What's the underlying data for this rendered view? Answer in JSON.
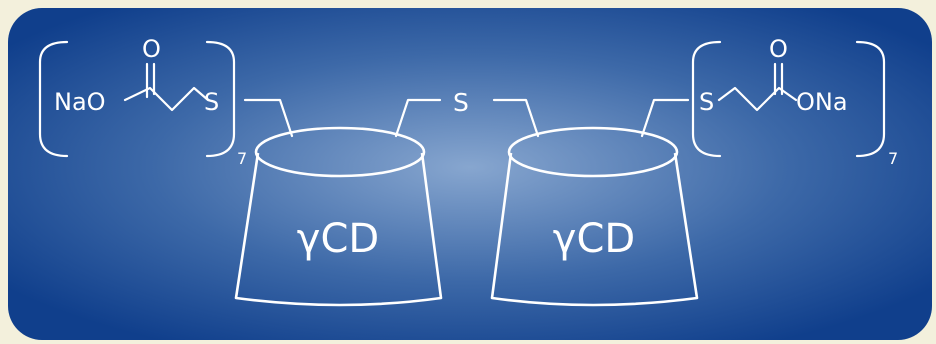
{
  "background_color": "#f3f0dc",
  "panel": {
    "gradient_center": "#87a6cf",
    "gradient_edge": "#103f8c",
    "stroke_color": "#ffffff"
  },
  "bridge": {
    "label": "S"
  },
  "cyclodextrin_left": {
    "label": "γCD"
  },
  "cyclodextrin_right": {
    "label": "γCD"
  },
  "substituent_left": {
    "salt": "NaO",
    "oxygen": "O",
    "sulfur": "S",
    "repeat_count": "7"
  },
  "substituent_right": {
    "salt": "ONa",
    "oxygen": "O",
    "sulfur": "S",
    "repeat_count": "7"
  }
}
